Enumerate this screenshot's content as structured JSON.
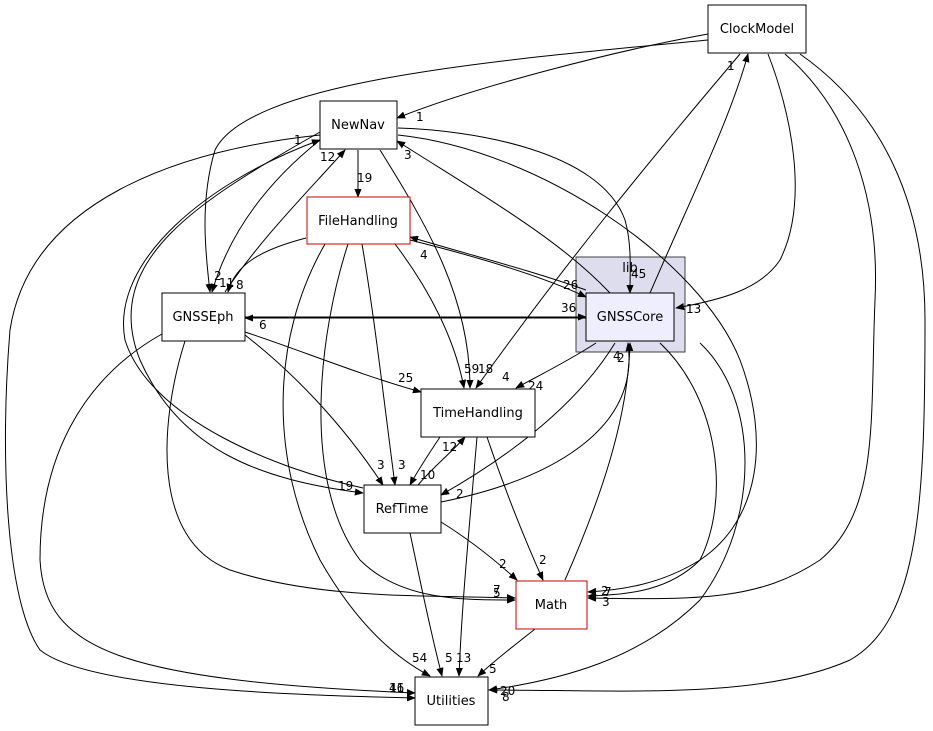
{
  "cluster": {
    "label": "lib"
  },
  "nodes": {
    "clockmodel": "ClockModel",
    "newnav": "NewNav",
    "filehandling": "FileHandling",
    "gnsseph": "GNSSEph",
    "gnsscore": "GNSSCore",
    "timehandling": "TimeHandling",
    "reftime": "RefTime",
    "math": "Math",
    "utilities": "Utilities"
  },
  "edge_labels": {
    "clock_newnav": "1",
    "gnsscore_clock": "1",
    "clock_gnsscore": "13",
    "gnsscore_clock_b": "45",
    "newnav_gnsscore": "3",
    "newnav_filehandling": "19",
    "newnav_timehandling": "18",
    "newnav_gnsseph_a": "1",
    "gnsseph_newnav": "12",
    "newnav_gnsseph_b": "2",
    "gnsseph_11": "11",
    "filehandling_gnsseph": "8",
    "filehandling_gnsscore": "26",
    "gnsscore_filehandling": "4",
    "filehandling_timehandling": "59",
    "gnsseph_gnsscore": "36",
    "gnsscore_gnsseph": "6",
    "gnsseph_timehandling": "25",
    "gnsseph_reftime": "3",
    "filehandling_reftime": "3",
    "clock_timehandling": "4",
    "gnsscore_timehandling": "24",
    "timehandling_reftime": "10",
    "reftime_timehandling": "12",
    "gnsscore_reftime": "2",
    "reftime_gnsscore": "2",
    "newnav_reftime": "19",
    "math_gnsscore": "4",
    "reftime_math": "2",
    "timehandling_math": "2",
    "gnsseph_math": "7",
    "filehandling_math": "5",
    "newnav_math": "2",
    "gnsscore_math": "2",
    "clock_math": "7",
    "math_3": "3",
    "filehandling_utilities": "54",
    "reftime_utilities": "5",
    "timehandling_utilities": "13",
    "math_utilities": "5",
    "utilities_l1": "41",
    "utilities_l2": "16",
    "utilities_r1": "20",
    "utilities_r2": "8"
  }
}
